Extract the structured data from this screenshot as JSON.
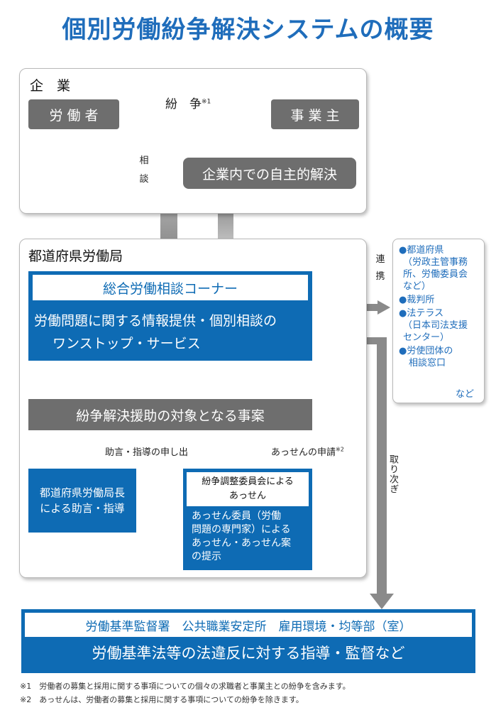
{
  "title": "個別労働紛争解決システムの概要",
  "company": {
    "label": "企　業",
    "dispute": "紛　争",
    "dispute_note": "※1",
    "worker": "労 働 者",
    "employer": "事 業 主",
    "consult": "相　談",
    "self_resolve": "企業内での自主的解決"
  },
  "bureau": {
    "label": "都道府県労働局",
    "corner_title": "総合労働相談コーナー",
    "service_line1": "労働問題に関する情報提供・個別相談の",
    "service_line2": "ワンストップ・サービス",
    "target": "紛争解決援助の対象となる事案",
    "advice_request": "助言・指導の申し出",
    "mediation_request": "あっせんの申請",
    "mediation_note": "※2",
    "director_line1": "都道府県労働局長",
    "director_line2": "による助言・指導",
    "committee_line1": "紛争調整委員会による",
    "committee_line2": "あっせん",
    "committee_desc": [
      "あっせん委員（労働",
      "問題の専門家）による",
      "あっせん・あっせん案",
      "の提示"
    ]
  },
  "link_label": "連　携",
  "partners": {
    "items": [
      {
        "lines": [
          "●都道府県",
          "（労政主管事務",
          "所、労働委員会",
          "など）"
        ]
      },
      {
        "lines": [
          "●裁判所"
        ]
      },
      {
        "lines": [
          "●法テラス",
          "（日本司法支援",
          "センター）"
        ]
      },
      {
        "lines": [
          "●労使団体の",
          "相談窓口"
        ]
      }
    ],
    "etc": "など"
  },
  "relay_label": "取り次ぎ",
  "offices": {
    "line": "労働基準監督署　公共職業安定所　雇用環境・均等部（室）",
    "bottom": "労働基準法等の法違反に対する指導・監督など"
  },
  "footnotes": [
    "※1　労働者の募集と採用に関する事項についての個々の求職者と事業主との紛争を含みます。",
    "※2　あっせんは、労働者の募集と採用に関する事項についての紛争を除きます。"
  ],
  "colors": {
    "title": "#1f6dbb",
    "blue": "#0e6bb4",
    "gray": "#6e6e6e"
  }
}
